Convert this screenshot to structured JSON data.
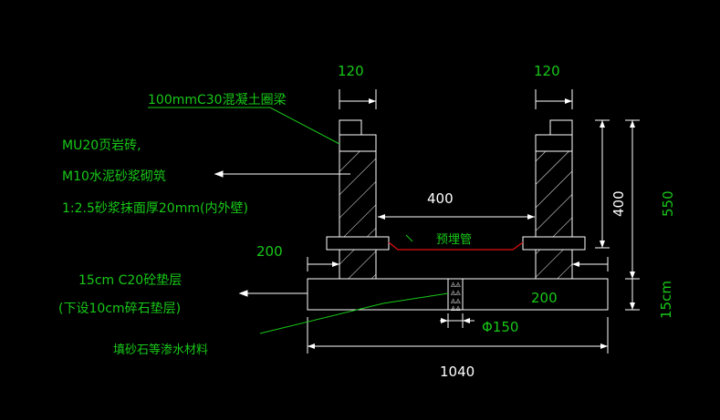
{
  "colors": {
    "background": "#000000",
    "outline": "#ffffff",
    "annotation": "#18c818",
    "leader": "#18c818",
    "pipe": "#e01010"
  },
  "dimensions": {
    "top_left_width": "120",
    "top_right_width": "120",
    "inner_span": "400",
    "wall_height": "400",
    "total_height": "550",
    "left_offset": "200",
    "right_offset": "200",
    "pad_thickness": "15cm",
    "pipe_diameter": "Φ150",
    "total_width": "1040"
  },
  "labels": {
    "ring_beam": "100mmC30混凝土圈梁",
    "wall_line1": "MU20页岩砖,",
    "wall_line2": "M10水泥砂浆砌筑",
    "wall_line3": "1:2.5砂浆抹面厚20mm(内外壁)",
    "pipe": "预埋管",
    "pad_line1": "15cm C20砼垫层",
    "pad_line2": "(下设10cm碎石垫层)",
    "fill": "填砂石等渗水材料"
  }
}
